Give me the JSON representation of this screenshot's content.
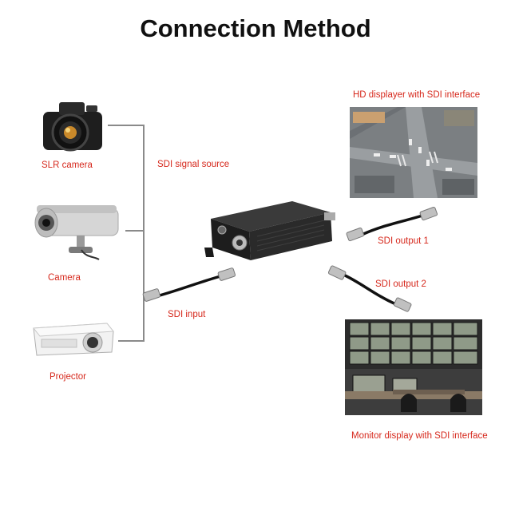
{
  "title": "Connection Method",
  "sources": {
    "slr_camera": "SLR camera",
    "camera": "Camera",
    "projector": "Projector",
    "group_label": "SDI signal source"
  },
  "cables": {
    "input": "SDI input",
    "output1": "SDI output 1",
    "output2": "SDI output 2"
  },
  "displays": {
    "hd_displayer": "HD displayer with SDI interface",
    "monitor_display": "Monitor display with SDI interface"
  },
  "colors": {
    "label_red": "#d6281c",
    "connector_line": "#888888"
  }
}
